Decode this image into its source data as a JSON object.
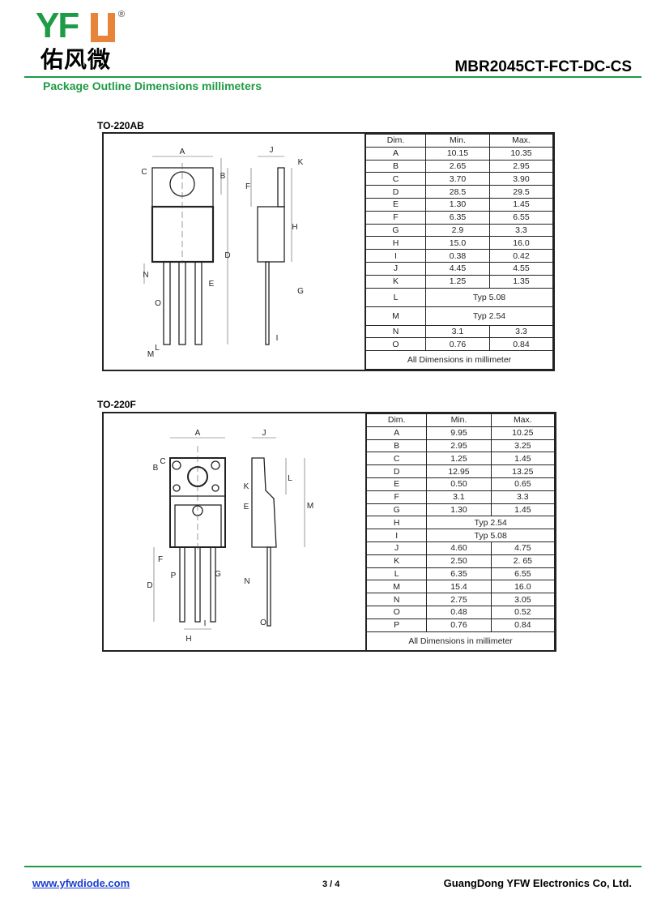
{
  "header": {
    "logo_letters": "YFW",
    "logo_chinese": "佑风微",
    "registered": "®",
    "doc_title": "MBR2045CT-FCT-DC-CS",
    "subtitle": "Package Outline Dimensions millimeters"
  },
  "packages": [
    {
      "title": "TO-220AB",
      "headers": [
        "Dim.",
        "Min.",
        "Max."
      ],
      "rows": [
        [
          "A",
          "10.15",
          "10.35"
        ],
        [
          "B",
          "2.65",
          "2.95"
        ],
        [
          "C",
          "3.70",
          "3.90"
        ],
        [
          "D",
          "28.5",
          "29.5"
        ],
        [
          "E",
          "1.30",
          "1.45"
        ],
        [
          "F",
          "6.35",
          "6.55"
        ],
        [
          "G",
          "2.9",
          "3.3"
        ],
        [
          "H",
          "15.0",
          "16.0"
        ],
        [
          "I",
          "0.38",
          "0.42"
        ],
        [
          "J",
          "4.45",
          "4.55"
        ],
        [
          "K",
          "1.25",
          "1.35"
        ],
        [
          "L",
          "Typ 5.08"
        ],
        [
          "M",
          "Typ 2.54"
        ],
        [
          "N",
          "3.1",
          "3.3"
        ],
        [
          "O",
          "0.76",
          "0.84"
        ]
      ],
      "footer": "All Dimensions in millimeter",
      "drawing_labels": [
        "A",
        "B",
        "C",
        "D",
        "E",
        "F",
        "G",
        "H",
        "I",
        "J",
        "K",
        "L",
        "M",
        "N",
        "O"
      ]
    },
    {
      "title": "TO-220F",
      "headers": [
        "Dim.",
        "Min.",
        "Max."
      ],
      "rows": [
        [
          "A",
          "9.95",
          "10.25"
        ],
        [
          "B",
          "2.95",
          "3.25"
        ],
        [
          "C",
          "1.25",
          "1.45"
        ],
        [
          "D",
          "12.95",
          "13.25"
        ],
        [
          "E",
          "0.50",
          "0.65"
        ],
        [
          "F",
          "3.1",
          "3.3"
        ],
        [
          "G",
          "1.30",
          "1.45"
        ],
        [
          "H",
          "Typ 2.54"
        ],
        [
          "I",
          "Typ 5.08"
        ],
        [
          "J",
          "4.60",
          "4.75"
        ],
        [
          "K",
          "2.50",
          "2. 65"
        ],
        [
          "L",
          "6.35",
          "6.55"
        ],
        [
          "M",
          "15.4",
          "16.0"
        ],
        [
          "N",
          "2.75",
          "3.05"
        ],
        [
          "O",
          "0.48",
          "0.52"
        ],
        [
          "P",
          "0.76",
          "0.84"
        ]
      ],
      "footer": "All Dimensions in millimeter",
      "drawing_labels": [
        "A",
        "B",
        "C",
        "D",
        "E",
        "F",
        "G",
        "H",
        "I",
        "J",
        "K",
        "L",
        "M",
        "N",
        "O",
        "P"
      ]
    }
  ],
  "footer": {
    "url": "www.yfwdiode.com",
    "page": "3 / 4",
    "company": "GuangDong YFW Electronics Co, Ltd."
  },
  "colors": {
    "brand_green": "#1f9a45",
    "brand_orange": "#e8833a",
    "link": "#1a3fcf"
  }
}
